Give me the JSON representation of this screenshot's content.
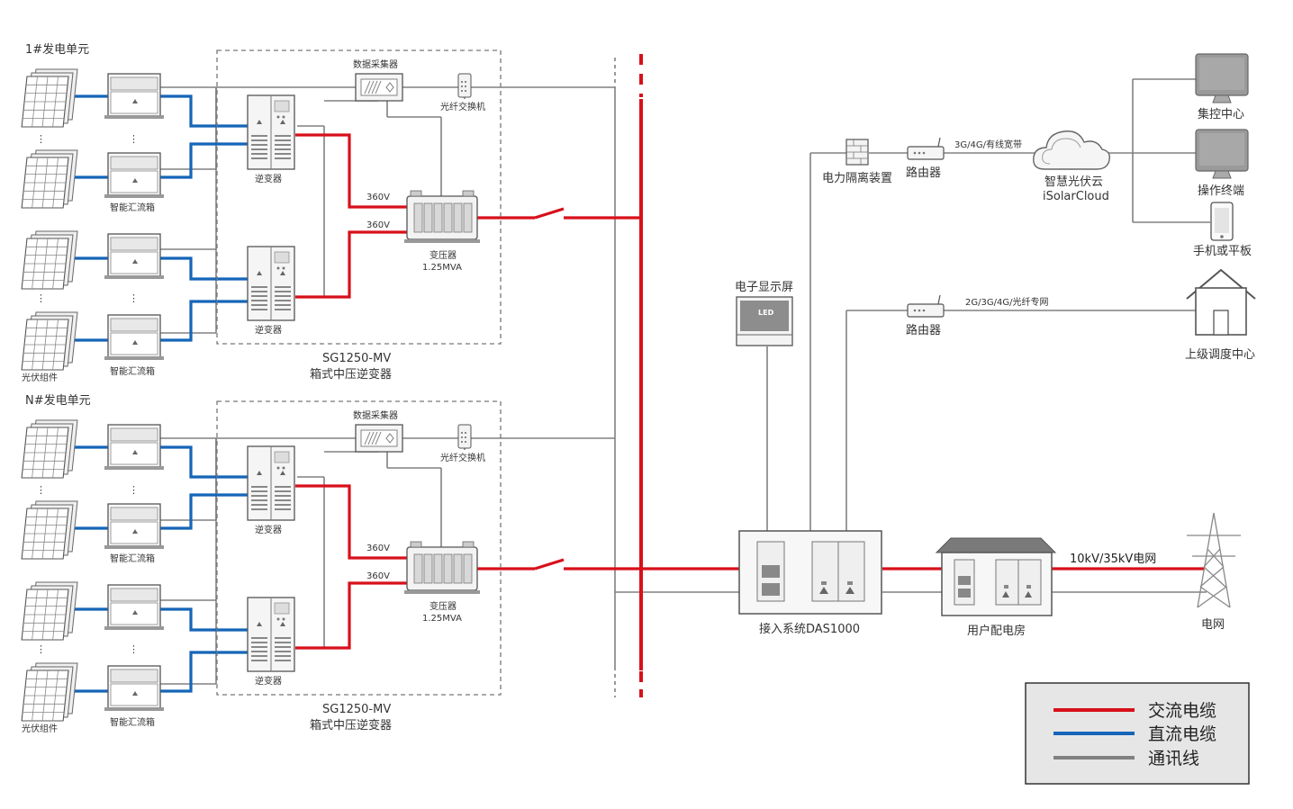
{
  "units": [
    {
      "title": "1#发电单元",
      "pv_label": "光伏组件",
      "combiner_label": "智能汇流箱",
      "inverter_label": "逆变器",
      "collector_label": "数据采集器",
      "fiber_switch_label": "光纤交换机",
      "voltage_top": "360V",
      "voltage_bottom": "360V",
      "transformer_label": "变压器",
      "transformer_rating": "1.25MVA",
      "model": "SG1250-MV",
      "model_desc": "箱式中压逆变器",
      "dots": "⋮"
    },
    {
      "title": "N#发电单元",
      "pv_label": "光伏组件",
      "combiner_label": "智能汇流箱",
      "inverter_label": "逆变器",
      "collector_label": "数据采集器",
      "fiber_switch_label": "光纤交换机",
      "voltage_top": "360V",
      "voltage_bottom": "360V",
      "transformer_label": "变压器",
      "transformer_rating": "1.25MVA",
      "model": "SG1250-MV",
      "model_desc": "箱式中压逆变器",
      "dots": "⋮"
    }
  ],
  "right": {
    "isolation_label": "电力隔离装置",
    "router1_label": "路由器",
    "link1_label": "3G/4G/有线宽带",
    "cloud_label": "智慧光伏云",
    "cloud_label_en": "iSolarCloud",
    "monitor_center": "集控中心",
    "operation_terminal": "操作终端",
    "mobile": "手机或平板",
    "display_label": "电子显示屏",
    "led_text": "LED",
    "router2_label": "路由器",
    "link2_label": "2G/3G/4G/光纤专网",
    "dispatch_center": "上级调度中心",
    "das_label": "接入系统DAS1000",
    "distribution_room": "用户配电房",
    "grid_voltage": "10kV/35kV电网",
    "grid_label": "电网"
  },
  "legend": {
    "ac": "交流电缆",
    "dc": "直流电缆",
    "comm": "通讯线"
  },
  "colors": {
    "ac": "#d8101a",
    "dc": "#1565b8",
    "comm": "#808080"
  }
}
